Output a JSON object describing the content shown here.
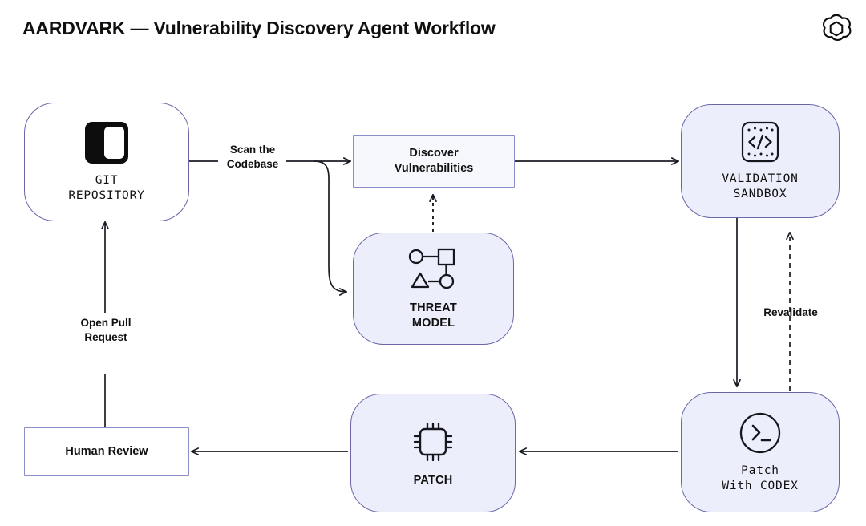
{
  "header": {
    "title": "AARDVARK — Vulnerability Discovery Agent Workflow",
    "logo_icon": "openai-logo-icon"
  },
  "colors": {
    "background": "#ffffff",
    "text": "#10100f",
    "node_border_rounded": "#6b66a8",
    "node_border_rect": "#8b8ecb",
    "node_fill_tinted": "#eceefb",
    "node_fill_plain": "#ffffff",
    "node_fill_rect": "#f7f8fd",
    "edge_stroke": "#1b1b24"
  },
  "diagram": {
    "type": "flowchart",
    "nodes": [
      {
        "id": "git-repository",
        "label": "GIT\nREPOSITORY",
        "icon": "repository-split-square-icon",
        "shape": "rounded",
        "fill": "plain",
        "font": "mono"
      },
      {
        "id": "discover-vulnerabilities",
        "label": "Discover\nVulnerabilities",
        "icon": "none",
        "shape": "rect",
        "fill": "rect",
        "font": "sans"
      },
      {
        "id": "validation-sandbox",
        "label": "VALIDATION\nSANDBOX",
        "icon": "code-brackets-sandbox-icon",
        "shape": "rounded",
        "fill": "tinted",
        "font": "mono"
      },
      {
        "id": "threat-model",
        "label": "THREAT\nMODEL",
        "icon": "threat-graph-nodes-icon",
        "shape": "rounded",
        "fill": "tinted",
        "font": "sans"
      },
      {
        "id": "patch",
        "label": "PATCH",
        "icon": "cpu-chip-icon",
        "shape": "rounded",
        "fill": "tinted",
        "font": "sans"
      },
      {
        "id": "patch-with-codex",
        "label": "Patch\nWith CODEX",
        "icon": "terminal-prompt-circle-icon",
        "shape": "rounded",
        "fill": "tinted",
        "font": "mono"
      },
      {
        "id": "human-review",
        "label": "Human Review",
        "icon": "none",
        "shape": "rect",
        "fill": "plain",
        "font": "sans"
      }
    ],
    "edges": [
      {
        "id": "scan-the-codebase",
        "from": "git-repository",
        "to": "discover-vulnerabilities",
        "label": "Scan the\nCodebase",
        "style": "solid",
        "arrow": true
      },
      {
        "id": "scan-branch-to-threat-model",
        "from": "git-repository",
        "to": "threat-model",
        "label": "",
        "style": "solid",
        "arrow": true
      },
      {
        "id": "discover-to-validation",
        "from": "discover-vulnerabilities",
        "to": "validation-sandbox",
        "label": "",
        "style": "solid",
        "arrow": true
      },
      {
        "id": "threat-model-to-discover",
        "from": "threat-model",
        "to": "discover-vulnerabilities",
        "label": "",
        "style": "dashed",
        "arrow": true
      },
      {
        "id": "validation-to-codex",
        "from": "validation-sandbox",
        "to": "patch-with-codex",
        "label": "",
        "style": "solid",
        "arrow": true
      },
      {
        "id": "revalidate",
        "from": "patch-with-codex",
        "to": "validation-sandbox",
        "label": "Revalidate",
        "style": "dashed",
        "arrow": true
      },
      {
        "id": "codex-to-patch",
        "from": "patch-with-codex",
        "to": "patch",
        "label": "",
        "style": "solid",
        "arrow": true
      },
      {
        "id": "patch-to-human-review",
        "from": "patch",
        "to": "human-review",
        "label": "",
        "style": "solid",
        "arrow": true
      },
      {
        "id": "open-pull-request",
        "from": "human-review",
        "to": "git-repository",
        "label": "Open Pull\nRequest",
        "style": "solid",
        "arrow": true
      }
    ]
  }
}
